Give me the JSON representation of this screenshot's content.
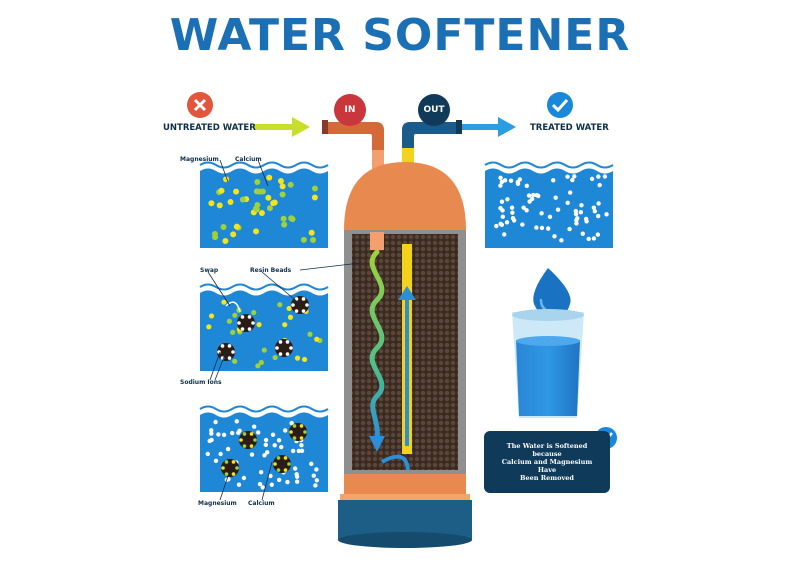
{
  "title": "WATER SOFTENER",
  "labels": {
    "in": "IN",
    "out": "OUT",
    "untreated": "UNTREATED WATER",
    "treated": "TREATED WATER",
    "magnesium_top": "Magnesium",
    "calcium_top": "Calcium",
    "swap": "Swap",
    "resin_beads": "Resin Beads",
    "sodium_ions": "Sodium Ions",
    "magnesium_bottom": "Magnesium",
    "calcium_bottom": "Calcium"
  },
  "info_box": {
    "line1": "The Water is Softened because",
    "line2": "Calcium and Magnesium Have",
    "line3": "Been Removed"
  },
  "colors": {
    "title": "#1a6fb5",
    "water": "#1e88d6",
    "tank": "#e88a4f",
    "tank_base": "#1c5e86",
    "in_badge": "#c9373c",
    "out_badge": "#0f3a5a",
    "magnesium": "#f4e41c",
    "calcium": "#9ed13a",
    "untreated_arrow": "#c9de2a",
    "treated_arrow": "#2a9ee0"
  },
  "icons": {
    "untreated_badge": "x-icon",
    "treated_badge": "check-icon",
    "info_badge": "check-icon"
  }
}
